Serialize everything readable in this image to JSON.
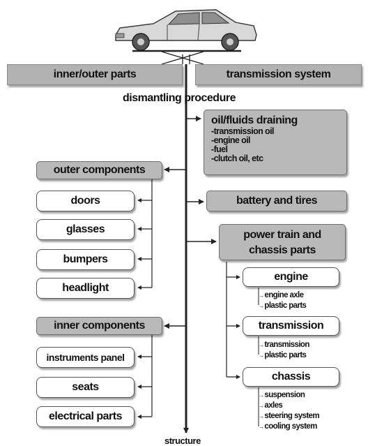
{
  "top_bar": {
    "left_label": "inner/outer parts",
    "right_label": "transmission system"
  },
  "procedure_label": "dismantling procedure",
  "bottom_label": "structure",
  "fluids": {
    "title": "oil/fluids draining",
    "items": [
      "-transmission oil",
      "-engine oil",
      "-fuel",
      "-clutch oil, etc"
    ]
  },
  "outer": {
    "title": "outer components",
    "items": [
      "doors",
      "glasses",
      "bumpers",
      "headlight"
    ]
  },
  "battery": "battery and tires",
  "powertrain": {
    "title_line1": "power train and",
    "title_line2": "chassis parts"
  },
  "engine": {
    "title": "engine",
    "items": [
      "engine axle",
      "plastic parts"
    ]
  },
  "transmission": {
    "title": "transmission",
    "items": [
      "transmission",
      "plastic parts"
    ]
  },
  "chassis": {
    "title": "chassis",
    "items": [
      "suspension",
      "axles",
      "steering system",
      "cooling system"
    ]
  },
  "inner": {
    "title": "inner components",
    "items": [
      "instruments panel",
      "seats",
      "electrical parts"
    ]
  },
  "colors": {
    "gray_box": "#b9b9b9",
    "line": "#222222"
  }
}
